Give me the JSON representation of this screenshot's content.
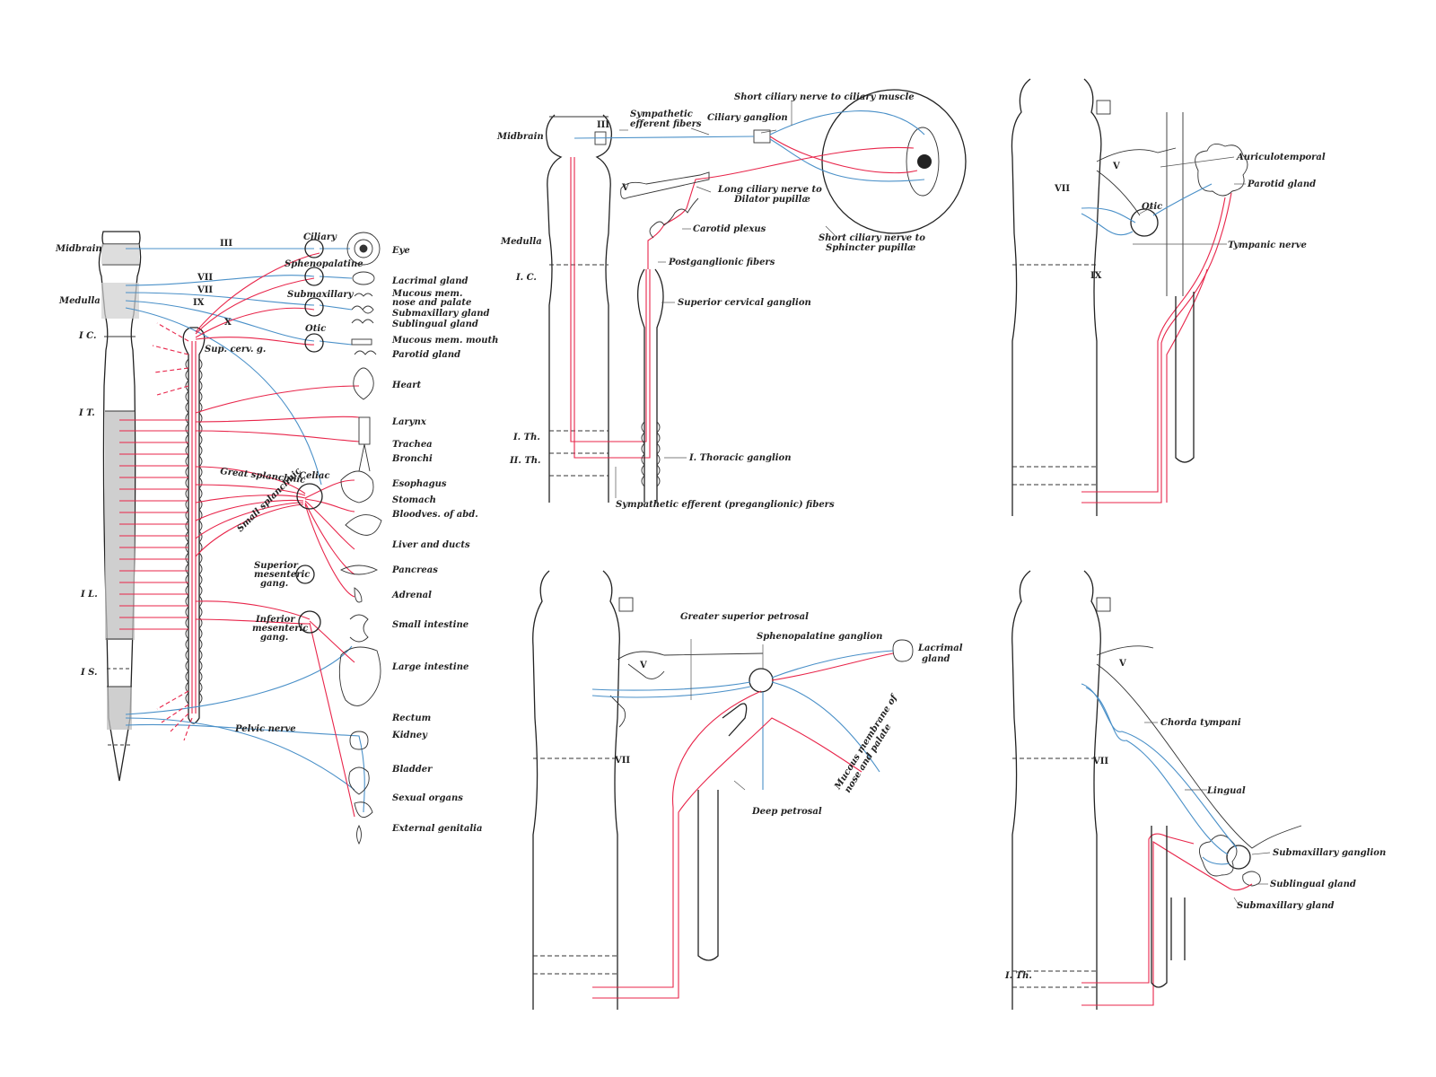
{
  "colors": {
    "sympathetic": "#e8254a",
    "parasympathetic": "#4a90c8",
    "outline": "#222222"
  },
  "panel_a": {
    "levels": {
      "midbrain": "Midbrain",
      "medulla": "Medulla",
      "ic": "I C.",
      "it": "I T.",
      "il": "I L.",
      "is": "I S."
    },
    "nerves": {
      "iii": "III",
      "vii_a": "VII",
      "vii_b": "VII",
      "ix": "IX",
      "x": "X",
      "pelvic": "Pelvic nerve",
      "great_splanchnic": "Great splanchnic",
      "small_splanchnic": "Small splanchnic"
    },
    "ganglia": {
      "ciliary": "Ciliary",
      "sphenopalatine": "Sphenopalatine",
      "submaxillary": "Submaxillary",
      "otic": "Otic",
      "sup_cerv": "Sup. cerv. g.",
      "celiac": "Celiac",
      "sup_mesenteric": [
        "Superior",
        "mesenteric",
        "gang."
      ],
      "inf_mesenteric": [
        "Inferior",
        "mesenteric",
        "gang."
      ]
    },
    "organs": [
      "Eye",
      "Lacrimal gland",
      "Mucous mem.",
      "nose and palate",
      "Submaxillary gland",
      "Sublingual gland",
      "Mucous mem. mouth",
      "Parotid gland",
      "Heart",
      "Larynx",
      "Trachea",
      "Bronchi",
      "Esophagus",
      "Stomach",
      "Bloodves. of abd.",
      "Liver and ducts",
      "Pancreas",
      "Adrenal",
      "Small intestine",
      "Large intestine",
      "Rectum",
      "Kidney",
      "Bladder",
      "Sexual organs",
      "External genitalia"
    ]
  },
  "panel_b": {
    "midbrain": "Midbrain",
    "medulla": "Medulla",
    "ic": "I. C.",
    "ith": "I. Th.",
    "iith": "II. Th.",
    "iii": "III",
    "v": "V",
    "labels": {
      "symp_eff_1": "Sympathetic",
      "symp_eff_2": "efferent fibers",
      "ciliary_ganglion": "Ciliary ganglion",
      "short_ciliary_muscle": "Short ciliary nerve to ciliary muscle",
      "long_ciliary_1": "Long ciliary nerve to",
      "long_ciliary_2": "Dilator pupillæ",
      "carotid_plexus": "Carotid plexus",
      "short_ciliary_sph_1": "Short ciliary nerve to",
      "short_ciliary_sph_2": "Sphincter pupillæ",
      "postganglionic": "Postganglionic fibers",
      "sup_cerv_ganglion": "Superior cervical ganglion",
      "thoracic_ganglion": "I. Thoracic ganglion",
      "preganglionic": "Sympathetic efferent (preganglionic) fibers"
    }
  },
  "panel_c": {
    "v": "V",
    "vii": "VII",
    "ix": "IX",
    "auriculotemporal": "Auriculotemporal",
    "parotid": "Parotid gland",
    "otic": "Otic",
    "tympanic": "Tympanic nerve"
  },
  "panel_d": {
    "v": "V",
    "vii": "VII",
    "greater_petrosal": "Greater superior petrosal",
    "sphenopalatine": "Sphenopalatine ganglion",
    "lacrimal_1": "Lacrimal",
    "lacrimal_2": "gland",
    "mucous_1": "Mucous membrane of",
    "mucous_2": "nose and palate",
    "deep_petrosal": "Deep petrosal"
  },
  "panel_e": {
    "v": "V",
    "vii": "VII",
    "ith": "I. Th.",
    "chorda": "Chorda tympani",
    "lingual": "Lingual",
    "submax_ganglion": "Submaxillary ganglion",
    "sublingual": "Sublingual gland",
    "submax_gland": "Submaxillary gland"
  }
}
